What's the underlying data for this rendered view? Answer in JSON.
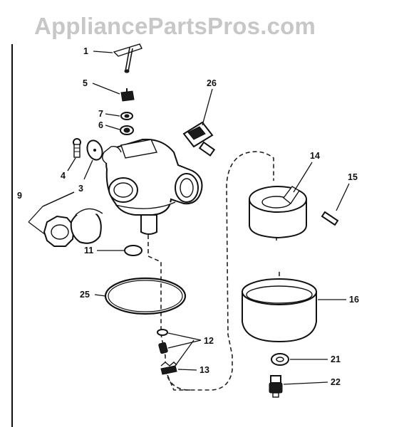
{
  "watermark": "AppliancePartsPros.com",
  "callouts": {
    "p1": "1",
    "p3": "3",
    "p4": "4",
    "p5": "5",
    "p6": "6",
    "p7": "7",
    "p9": "9",
    "p11": "11",
    "p12": "12",
    "p13": "13",
    "p14": "14",
    "p15": "15",
    "p16": "16",
    "p21": "21",
    "p22": "22",
    "p25": "25",
    "p26": "26"
  }
}
